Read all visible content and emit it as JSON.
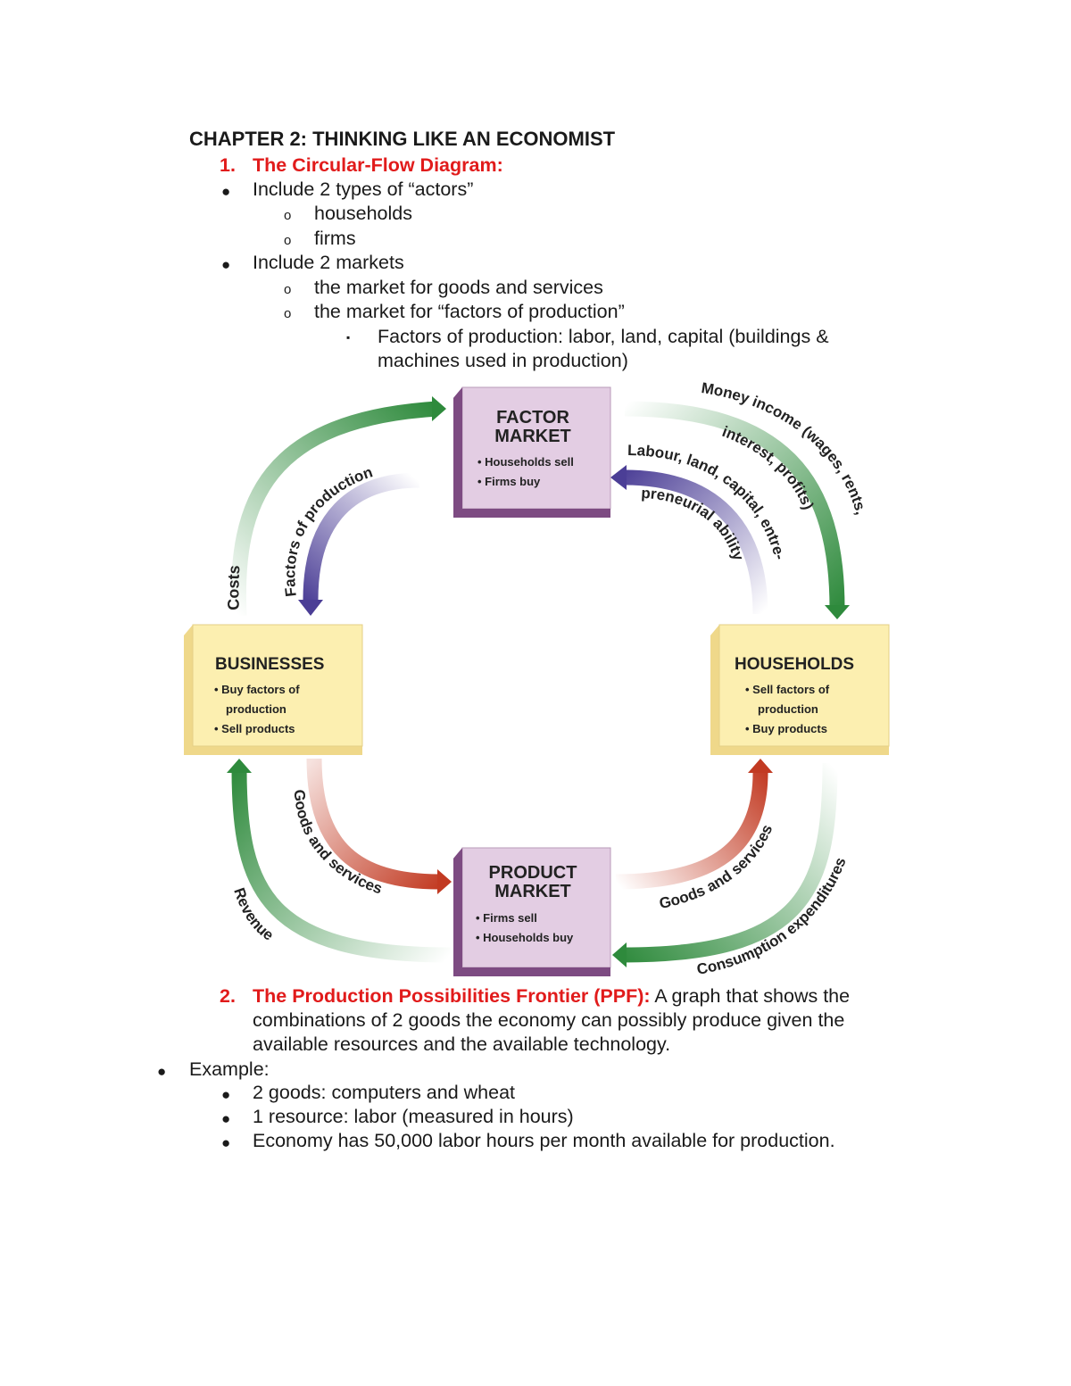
{
  "doc": {
    "title": "CHAPTER 2: THINKING LIKE AN ECONOMIST",
    "s1": {
      "number": "1.",
      "heading": "The Circular-Flow Diagram:",
      "b1": "Include 2 types of “actors”",
      "b1a": "households",
      "b1b": "firms",
      "b2": "Include 2 markets",
      "b2a": "the market for goods and services",
      "b2b": "the market for “factors of production”",
      "b2b1_line1": "Factors of production: labor, land, capital (buildings &",
      "b2b1_line2": "machines used in production)"
    },
    "s2": {
      "number": "2.",
      "heading": "The Production Possibilities Frontier (PPF):",
      "text_line1": " A graph that shows the",
      "text_line2": "combinations of 2 goods the economy can possibly produce given the",
      "text_line3": "available resources and the available technology.",
      "example": "Example:",
      "e1": "2 goods: computers and wheat",
      "e2": "1 resource: labor (measured in hours)",
      "e3": "Economy has 50,000 labor hours per month available for production."
    },
    "bullets": {
      "disc": "●",
      "circle": "o",
      "square": "▪"
    }
  },
  "diagram": {
    "factor_market": {
      "title1": "FACTOR",
      "title2": "MARKET",
      "item1": "• Households sell",
      "item2": "• Firms buy"
    },
    "product_market": {
      "title1": "PRODUCT",
      "title2": "MARKET",
      "item1": "• Firms sell",
      "item2": "• Households buy"
    },
    "businesses": {
      "title": "BUSINESSES",
      "item1": "• Buy factors of",
      "item1b": "production",
      "item2": "• Sell products"
    },
    "households": {
      "title": "HOUSEHOLDS",
      "item1": "• Sell factors of",
      "item1b": "production",
      "item2": "• Buy products"
    },
    "labels": {
      "costs": "Costs",
      "factors_of_production": "Factors of production",
      "money_income_1": "Money income (wages, rents,",
      "money_income_2": "interest, profits)",
      "labour_1": "Labour, land, capital, entre-",
      "labour_2": "preneurial ability",
      "goods_services_left": "Goods and services",
      "goods_services_right": "Goods and services",
      "revenue": "Revenue",
      "consumption": "Consumption expenditures"
    },
    "colors": {
      "green": "#2e8a3c",
      "purple": "#4b3e96",
      "red": "#c23a22",
      "market_box": "#e3cde3",
      "market_side": "#8f5a93",
      "actor_box": "#fcefb0",
      "actor_side": "#efd88a"
    }
  }
}
